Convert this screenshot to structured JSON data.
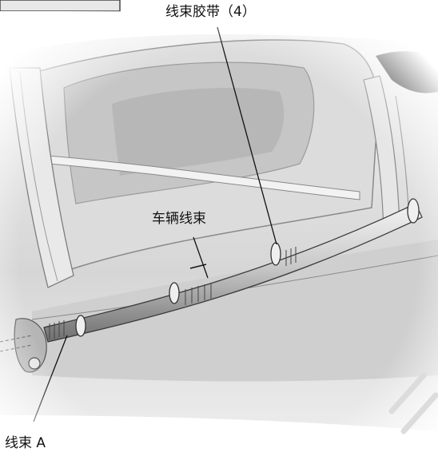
{
  "labels": {
    "harness_tape": "线束胶带（4）",
    "vehicle_harness": "车辆线束",
    "harness_a": "线束 A"
  },
  "colors": {
    "background": "#ffffff",
    "body_panel": "#d9d9d9",
    "shadow": "#9a9a9a",
    "harness": "#cfcfcf",
    "line": "#111111"
  }
}
